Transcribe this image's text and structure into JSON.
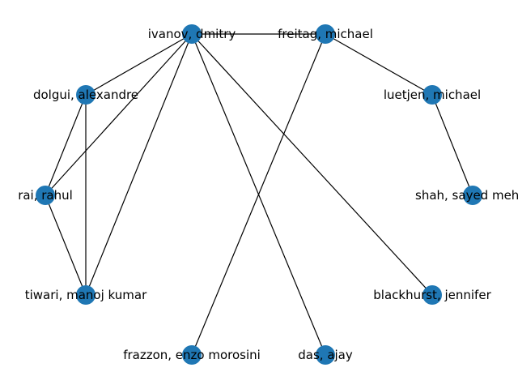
{
  "graph": {
    "node_color": "#1f77b4",
    "edge_color": "#000000",
    "nodes": [
      {
        "id": "ivanov",
        "label": "ivanov, dmitry"
      },
      {
        "id": "freitag",
        "label": "freitag, michael"
      },
      {
        "id": "dolgui",
        "label": "dolgui, alexandre"
      },
      {
        "id": "luetjen",
        "label": "luetjen, michael"
      },
      {
        "id": "rai",
        "label": "rai, rahul"
      },
      {
        "id": "shah",
        "label": "shah, sayed mehdi"
      },
      {
        "id": "tiwari",
        "label": "tiwari, manoj kumar"
      },
      {
        "id": "blackhurst",
        "label": "blackhurst, jennifer"
      },
      {
        "id": "frazzon",
        "label": "frazzon, enzo morosini"
      },
      {
        "id": "das",
        "label": "das, ajay"
      }
    ],
    "edges": [
      [
        "ivanov",
        "freitag"
      ],
      [
        "ivanov",
        "dolgui"
      ],
      [
        "ivanov",
        "rai"
      ],
      [
        "ivanov",
        "tiwari"
      ],
      [
        "ivanov",
        "das"
      ],
      [
        "ivanov",
        "blackhurst"
      ],
      [
        "freitag",
        "luetjen"
      ],
      [
        "freitag",
        "frazzon"
      ],
      [
        "luetjen",
        "shah"
      ],
      [
        "dolgui",
        "rai"
      ],
      [
        "dolgui",
        "tiwari"
      ],
      [
        "rai",
        "tiwari"
      ]
    ]
  }
}
